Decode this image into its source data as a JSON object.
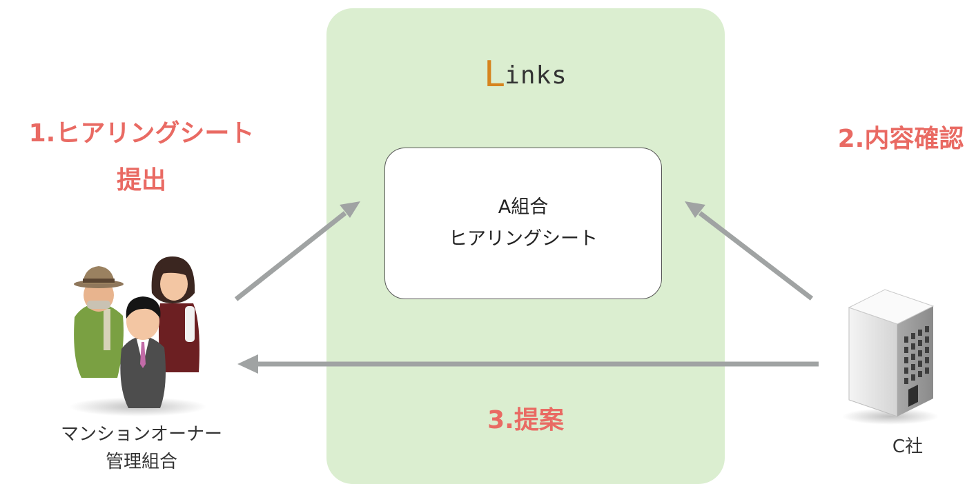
{
  "panel": {
    "brand_first_letter": "L",
    "brand_rest": "inks"
  },
  "sheet_card": {
    "line1": "A組合",
    "line2": "ヒアリングシート"
  },
  "steps": {
    "step1_line1": "1.ヒアリングシート",
    "step1_line2": "提出",
    "step2": "2.内容確認",
    "step3": "3.提案"
  },
  "actors": {
    "owner_line1": "マンションオーナー",
    "owner_line2": "管理組合",
    "company": "C社"
  },
  "colors": {
    "panel_bg": "#dbeed0",
    "brand_accent": "#d6841e",
    "step_text": "#e96a63",
    "arrow": "#a0a3a3"
  },
  "icons": {
    "owner": "people-group-icon",
    "company": "office-building-icon"
  }
}
